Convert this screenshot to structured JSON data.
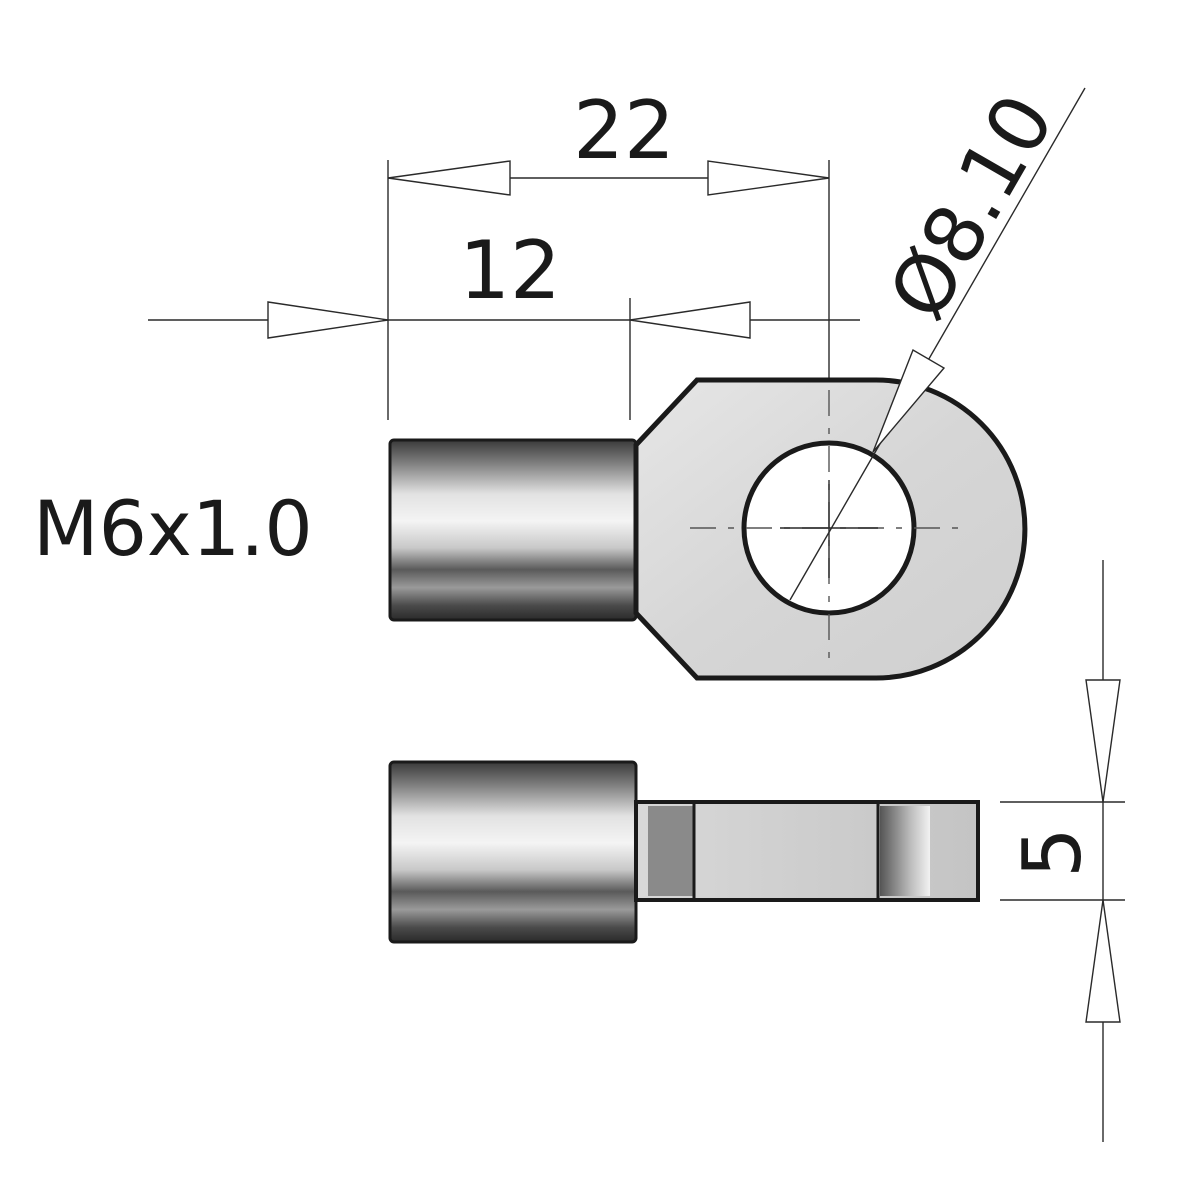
{
  "dimensions": {
    "overall_length": "22",
    "shank_length": "12",
    "hole_diameter": "Ø8.10",
    "thickness": "5",
    "thread": "M6x1.0"
  }
}
